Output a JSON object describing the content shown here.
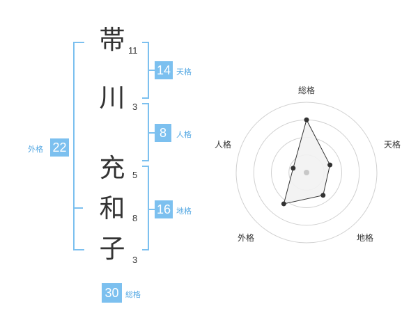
{
  "name_chars": [
    {
      "char": "帯",
      "strokes": "11"
    },
    {
      "char": "川",
      "strokes": "3"
    },
    {
      "char": "充",
      "strokes": "5"
    },
    {
      "char": "和",
      "strokes": "8"
    },
    {
      "char": "子",
      "strokes": "3"
    }
  ],
  "scores": {
    "tenkaku": {
      "label": "天格",
      "value": "14"
    },
    "jinkaku": {
      "label": "人格",
      "value": "8"
    },
    "chikaku": {
      "label": "地格",
      "value": "16"
    },
    "gaikaku": {
      "label": "外格",
      "value": "22"
    },
    "soukaku": {
      "label": "総格",
      "value": "30"
    }
  },
  "colors": {
    "accent": "#7cc0ef",
    "label": "#55a8e3",
    "text": "#333333"
  },
  "chart_data": {
    "type": "radar",
    "axes": [
      "総格",
      "天格",
      "地格",
      "外格",
      "人格"
    ],
    "values": [
      30,
      14,
      16,
      22,
      8
    ],
    "rings": 4,
    "r_max": 40
  }
}
